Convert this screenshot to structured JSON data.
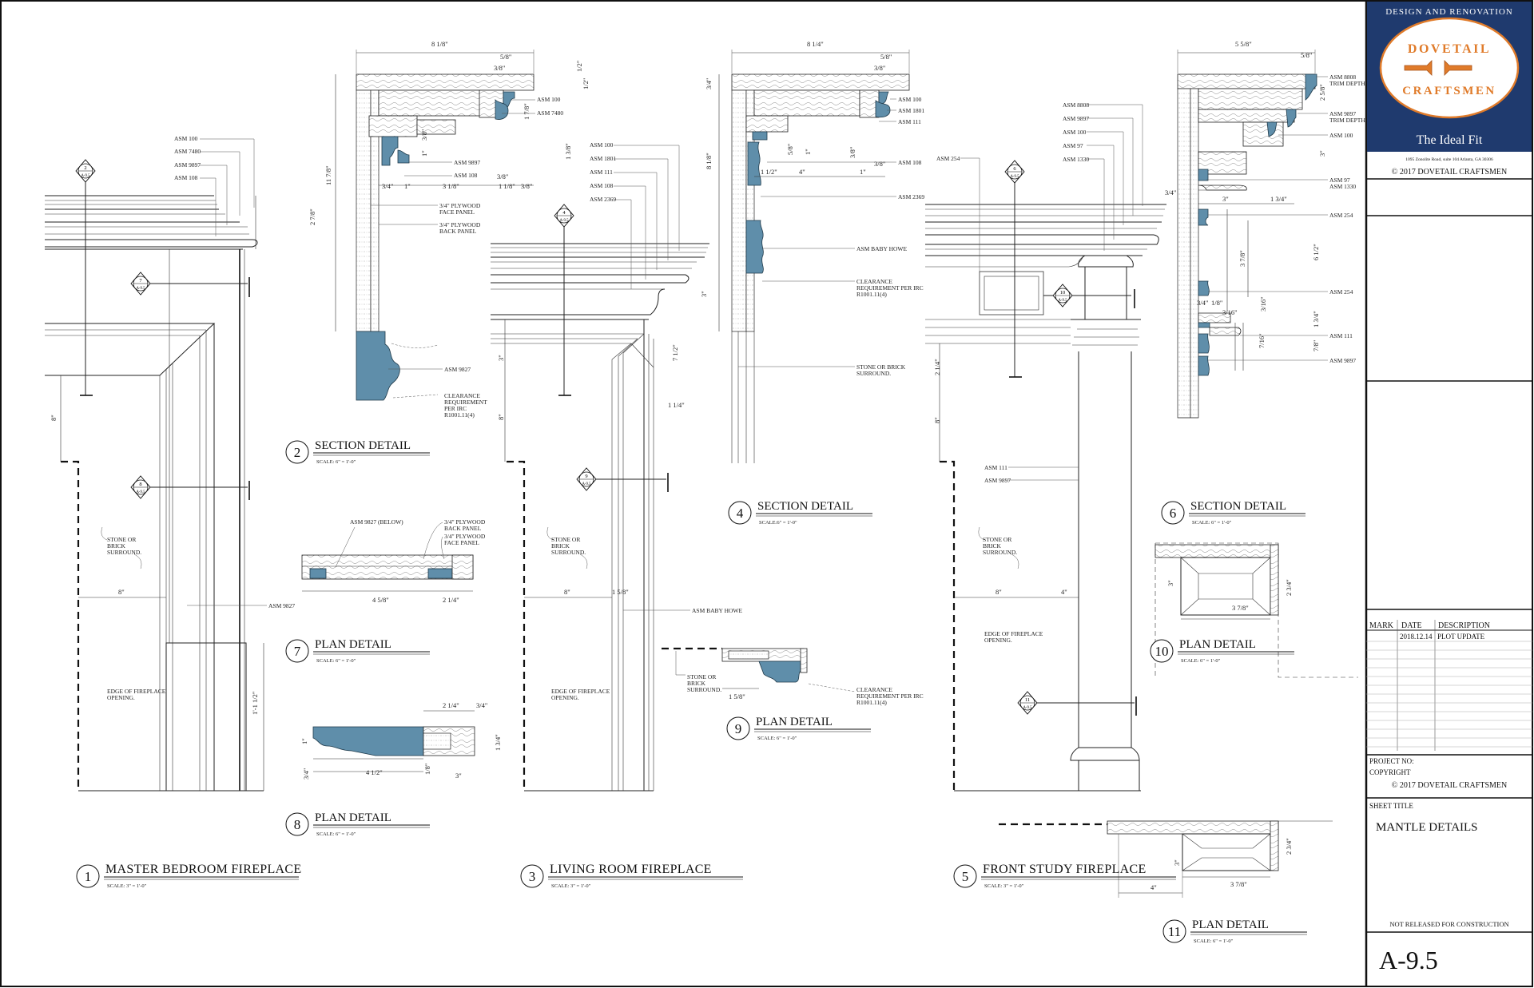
{
  "firm": {
    "tagline_top": "DESIGN AND RENOVATION",
    "logo_word_1": "DOVETAIL",
    "logo_word_2": "CRAFTSMEN",
    "slogan": "The Ideal Fit",
    "address": "1095 Zonolite Road, suite 104 Atlanta, GA 30306",
    "copyright": "© 2017 DOVETAIL CRAFTSMEN",
    "brand_color": "#1f3a6e",
    "accent_color": "#e07b2a"
  },
  "revisions": {
    "headers": [
      "MARK",
      "DATE",
      "DESCRIPTION"
    ],
    "rows": [
      {
        "mark": "",
        "date": "2018.12.14",
        "description": "PLOT UPDATE"
      }
    ]
  },
  "project": {
    "project_no_label": "PROJECT NO:",
    "copyright_label": "COPYRIGHT",
    "copyright": "© 2017 DOVETAIL CRAFTSMEN"
  },
  "sheet": {
    "title_label": "SHEET  TITLE",
    "title": "MANTLE DETAILS",
    "note": "NOT RELEASED FOR CONSTRUCTION",
    "number": "A-9.5"
  },
  "views": [
    {
      "num": "1",
      "title": "MASTER BEDROOM FIREPLACE",
      "scale": "SCALE: 3\" = 1'-0\""
    },
    {
      "num": "2",
      "title": "SECTION DETAIL",
      "scale": "SCALE: 6\" = 1'-0\""
    },
    {
      "num": "3",
      "title": "LIVING ROOM FIREPLACE",
      "scale": "SCALE: 3\" = 1'-0\""
    },
    {
      "num": "4",
      "title": "SECTION DETAIL",
      "scale": "SCALE:6\" = 1'-0\""
    },
    {
      "num": "5",
      "title": "FRONT STUDY FIREPLACE",
      "scale": "SCALE: 3\" = 1'-0\""
    },
    {
      "num": "6",
      "title": "SECTION DETAIL",
      "scale": "SCALE: 6\" = 1'-0\""
    },
    {
      "num": "7",
      "title": "PLAN DETAIL",
      "scale": "SCALE: 6\" = 1'-0\""
    },
    {
      "num": "8",
      "title": "PLAN DETAIL",
      "scale": "SCALE: 6\" = 1'-0\""
    },
    {
      "num": "9",
      "title": "PLAN DETAIL",
      "scale": "SCALE: 6\" = 1'-0\""
    },
    {
      "num": "10",
      "title": "PLAN DETAIL",
      "scale": "SCALE: 6\" = 1'-0\""
    },
    {
      "num": "11",
      "title": "PLAN DETAIL",
      "scale": "SCALE: 6\" = 1'-0\""
    }
  ],
  "callout_sheet": "A-9.5",
  "callouts": {
    "v1": [
      "2",
      "7",
      "8"
    ],
    "v3": [
      "4",
      "9"
    ],
    "v5": [
      "6",
      "10",
      "11"
    ]
  },
  "notes": {
    "stone": [
      "STONE OR",
      "BRICK",
      "SURROUND."
    ],
    "edge": [
      "EDGE OF FIREPLACE",
      "OPENING."
    ],
    "clearance": [
      "CLEARANCE",
      "REQUIREMENT PER IRC",
      "R1001.11(4)"
    ],
    "clearance_s2": [
      "CLEARANCE",
      "REQUIREMENT",
      "PER IRC",
      "R1001.11(4)"
    ],
    "ply_face": [
      "3/4\" PLYWOOD",
      "FACE PANEL"
    ],
    "ply_back": [
      "3/4\" PLYWOOD",
      "BACK PANEL"
    ],
    "stone_brick": [
      "STONE OR BRICK",
      "SURROUND."
    ],
    "asm_9827_below": "ASM 9827 (BELOW)",
    "asm_baby_howe": "ASM BABY HOWE"
  },
  "mouldings": {
    "v1": [
      "ASM 100",
      "ASM 7480",
      "ASM 9897",
      "ASM 108"
    ],
    "s2": [
      "ASM 100",
      "ASM 7480",
      "ASM 9897",
      "ASM 108",
      "ASM 9827"
    ],
    "v3": [
      "ASM 100",
      "ASM 1801",
      "ASM 111",
      "ASM 108",
      "ASM 2369"
    ],
    "s4": [
      "ASM 100",
      "ASM 1801",
      "ASM 111",
      "ASM 108",
      "ASM 2369",
      "ASM BABY HOWE"
    ],
    "v5": [
      "ASM 254",
      "ASM 111",
      "ASM 9897"
    ],
    "v5_stack": [
      "ASM 8808",
      "ASM 9897",
      "ASM 100",
      "ASM 97",
      "ASM 1330"
    ],
    "s6": [
      "ASM 8808",
      "TRIM DEPTH",
      "ASM 9897",
      "TRIM DEPTH",
      "ASM 100",
      "ASM 97",
      "ASM 1330",
      "ASM 254",
      "ASM 254",
      "ASM 111",
      "ASM 9897"
    ]
  },
  "dims": {
    "s2": [
      "8 1/8\"",
      "5/8\"",
      "3/8\"",
      "1/2\"",
      "1/2\"",
      "11 7/8\"",
      "1 7/8\"",
      "1 3/8\"",
      "3/8\"",
      "1\"",
      "3/4\"",
      "1\"",
      "3 1/8\"",
      "1 1/8\"",
      "3/8\"",
      "3/8\""
    ],
    "v1": [
      "2 7/8\"",
      "1'-1 1/2\"",
      "8\"",
      "8\"",
      "1'-1 1/2\""
    ],
    "p7": [
      "4 5/8\"",
      "2 1/4\""
    ],
    "p8": [
      "2 1/4\"",
      "3/4\"",
      "1 3/4\"",
      "1\"",
      "3/4\"",
      "4 1/2\"",
      "1/8\"",
      "3\""
    ],
    "s4": [
      "8 1/4\"",
      "5/8\"",
      "3/8\"",
      "3/4\"",
      "8 1/8\"",
      "5/8\"",
      "1\"",
      "3/8\"",
      "1 1/2\"",
      "4\"",
      "1\"",
      "3/8\""
    ],
    "v3": [
      "3\"",
      "3\"",
      "8\"",
      "7 1/2\"",
      "1 1/4\"",
      "8\"",
      "1 5/8\""
    ],
    "p9": [
      "1 5/8\""
    ],
    "s6": [
      "5 5/8\"",
      "5/8\"",
      "2 5/8\"",
      "3\"",
      "3/4\"",
      "3\"",
      "1 3/4\"",
      "6 1/2\"",
      "3 7/8\"",
      "3/4\"",
      "1/8\"",
      "3/16\"",
      "3/16\"",
      "1 3/4\"",
      "7/16\"",
      "7/8\""
    ],
    "v5": [
      "2 1/4\"",
      "8\"",
      "8\"",
      "4\""
    ],
    "p10": [
      "3\"",
      "2 3/4\"",
      "3 7/8\""
    ],
    "p11": [
      "3\"",
      "2 3/4\"",
      "3 7/8\"",
      "4\""
    ]
  }
}
